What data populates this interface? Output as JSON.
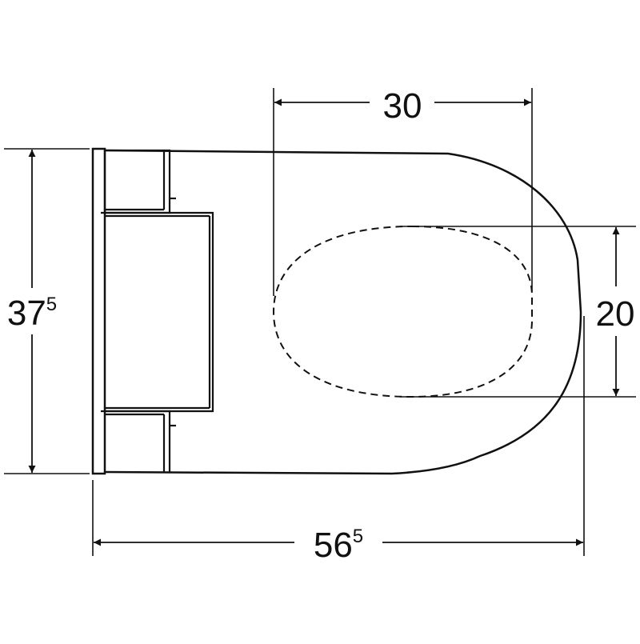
{
  "drawing": {
    "line_color": "#111111",
    "background": "#ffffff",
    "dimensions": {
      "top_width": {
        "main": "30",
        "sup": ""
      },
      "right_height": {
        "main": "20",
        "sup": ""
      },
      "overall_height": {
        "main": "37",
        "sup": "5"
      },
      "overall_length": {
        "main": "56",
        "sup": "5"
      }
    }
  }
}
